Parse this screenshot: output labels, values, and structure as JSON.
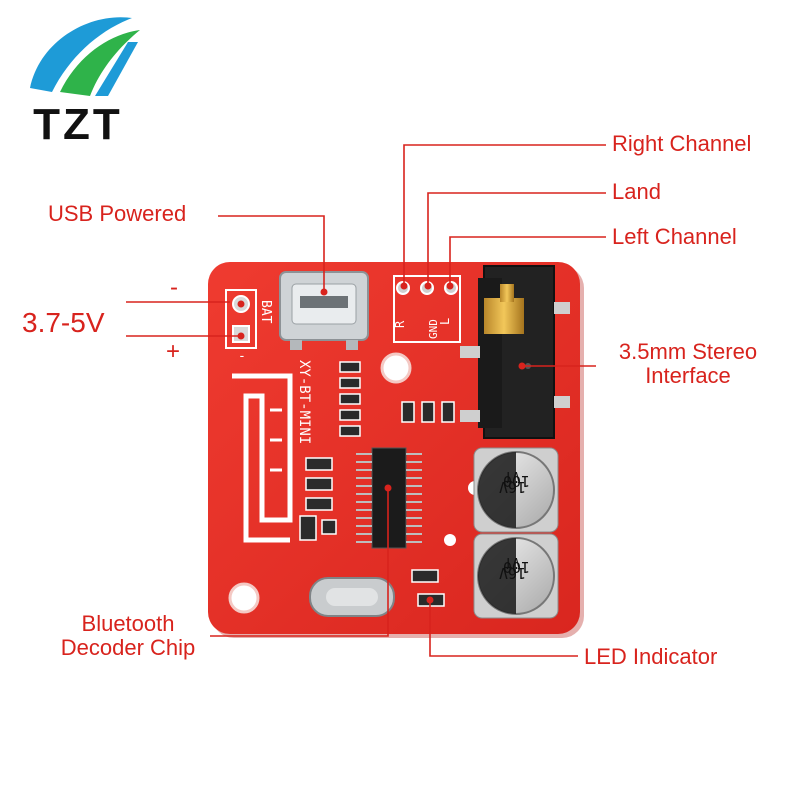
{
  "brand": {
    "logo_text": "TZT"
  },
  "labels": {
    "right_channel": "Right Channel",
    "land": "Land",
    "left_channel": "Left Channel",
    "usb_powered": "USB Powered",
    "voltage": "3.7-5V",
    "minus": "-",
    "plus": "+",
    "stereo_line1": "3.5mm Stereo",
    "stereo_line2": "Interface",
    "bt_line1": "Bluetooth",
    "bt_line2": "Decoder Chip",
    "led": "LED Indicator"
  },
  "board": {
    "model": "XY-BT-MINI",
    "bat": "BAT",
    "pin_r": "R",
    "pin_gnd": "GND",
    "pin_l": "L",
    "cap_value": "100",
    "cap_voltage": "16V",
    "cap_series": "VT"
  },
  "colors": {
    "pcb": "#e8312a",
    "callout": "#d8231d"
  }
}
